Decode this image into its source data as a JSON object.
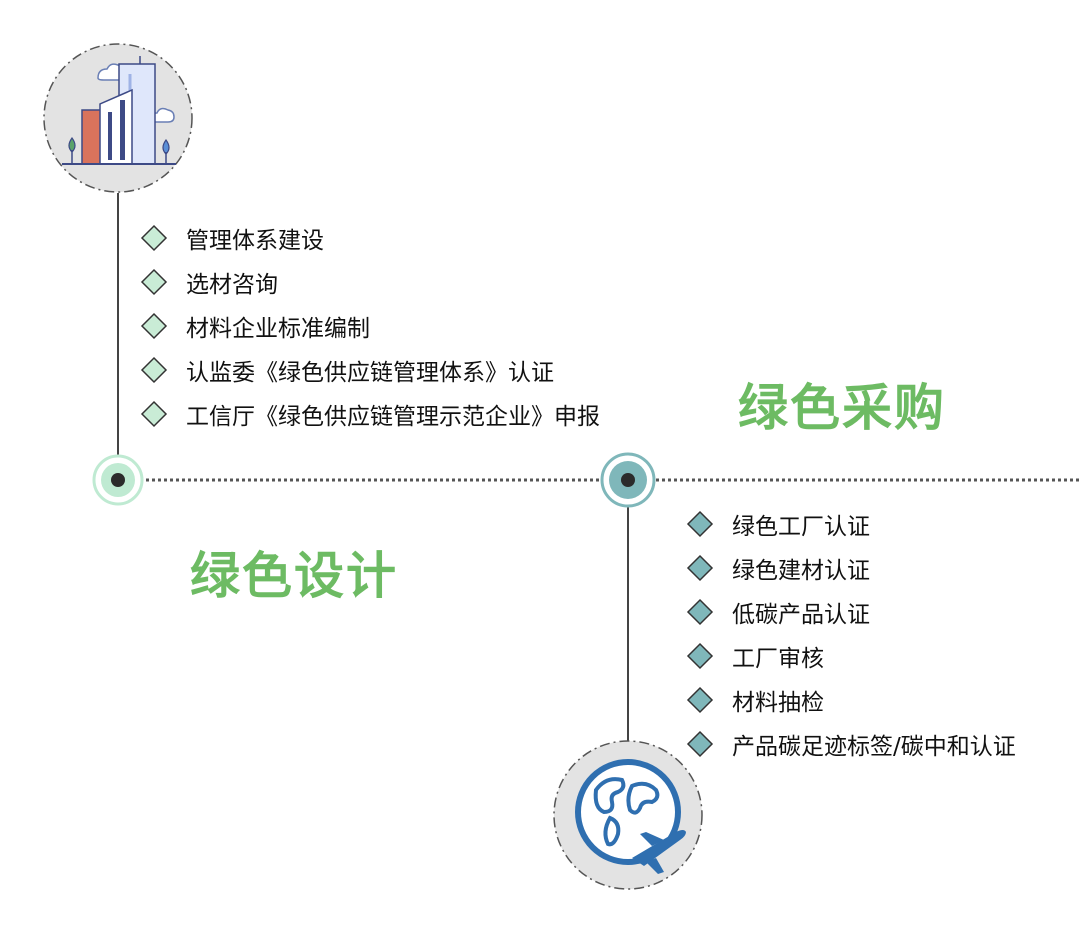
{
  "colors": {
    "title_green": "#6dbb63",
    "line": "#444444",
    "dotted": "#555555",
    "design_ring": "#bfead2",
    "purchase_ring": "#7fb7ba",
    "design_diamond_fill": "#c9ecd6",
    "purchase_diamond_fill": "#7fb7ba",
    "icon_circle_fill": "#e3e3e3"
  },
  "green_design": {
    "title": "绿色设计",
    "icon": "city-buildings-icon",
    "items": [
      "管理体系建设",
      "选材咨询",
      "材料企业标准编制",
      "认监委《绿色供应链管理体系》认证",
      "工信厅《绿色供应链管理示范企业》申报"
    ]
  },
  "green_purchase": {
    "title": "绿色采购",
    "icon": "globe-airplane-icon",
    "items": [
      "绿色工厂认证",
      "绿色建材认证",
      "低碳产品认证",
      "工厂审核",
      "材料抽检",
      "产品碳足迹标签/碳中和认证"
    ]
  }
}
